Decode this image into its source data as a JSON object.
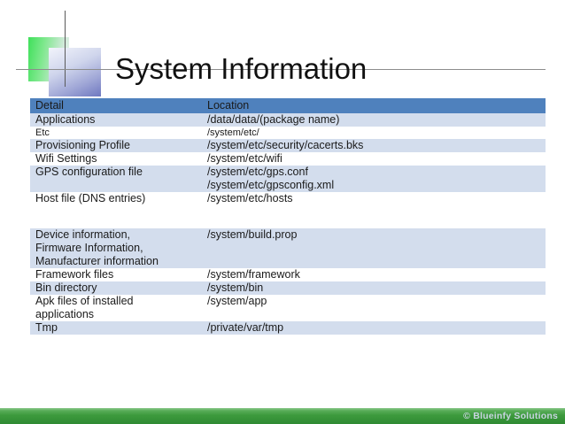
{
  "slide": {
    "title": "System Information",
    "logo_name": "blueinfy-logo-mark"
  },
  "table": {
    "columns": [
      "Detail",
      "Location"
    ],
    "rows": [
      {
        "detail": [
          "Applications"
        ],
        "location": [
          "/data/data/(package name)"
        ],
        "shaded": true
      },
      {
        "detail": [
          "Etc"
        ],
        "location": [
          "/system/etc/"
        ],
        "shaded": false,
        "small": true
      },
      {
        "detail": [
          "Provisioning Profile"
        ],
        "location": [
          "/system/etc/security/cacerts.bks"
        ],
        "shaded": true
      },
      {
        "detail": [
          "Wifi Settings"
        ],
        "location": [
          "/system/etc/wifi"
        ],
        "shaded": false
      },
      {
        "detail": [
          "GPS configuration file"
        ],
        "location": [
          "/system/etc/gps.conf",
          "/system/etc/gpsconfig.xml"
        ],
        "shaded": true
      },
      {
        "detail": [
          "Host file (DNS entries)"
        ],
        "location": [
          "/system/etc/hosts"
        ],
        "shaded": false,
        "extra_tall": true
      },
      {
        "detail": [
          "Device information,",
          "Firmware Information,",
          "Manufacturer information"
        ],
        "location": [
          "/system/build.prop"
        ],
        "shaded": true
      },
      {
        "detail": [
          "Framework files"
        ],
        "location": [
          "/system/framework"
        ],
        "shaded": false
      },
      {
        "detail": [
          "Bin directory"
        ],
        "location": [
          "/system/bin"
        ],
        "shaded": true
      },
      {
        "detail": [
          "Apk files of installed",
          "applications"
        ],
        "location": [
          "/system/app"
        ],
        "shaded": false
      },
      {
        "detail": [
          "Tmp"
        ],
        "location": [
          "/private/var/tmp"
        ],
        "shaded": true
      }
    ]
  },
  "footer": {
    "copyright": "© Blueinfy Solutions"
  },
  "colors": {
    "header_blue": "#4f81bd",
    "row_shade": "#d3dded",
    "footer_green": "#3d9a3d",
    "title_rule": "#8c8c8c"
  }
}
